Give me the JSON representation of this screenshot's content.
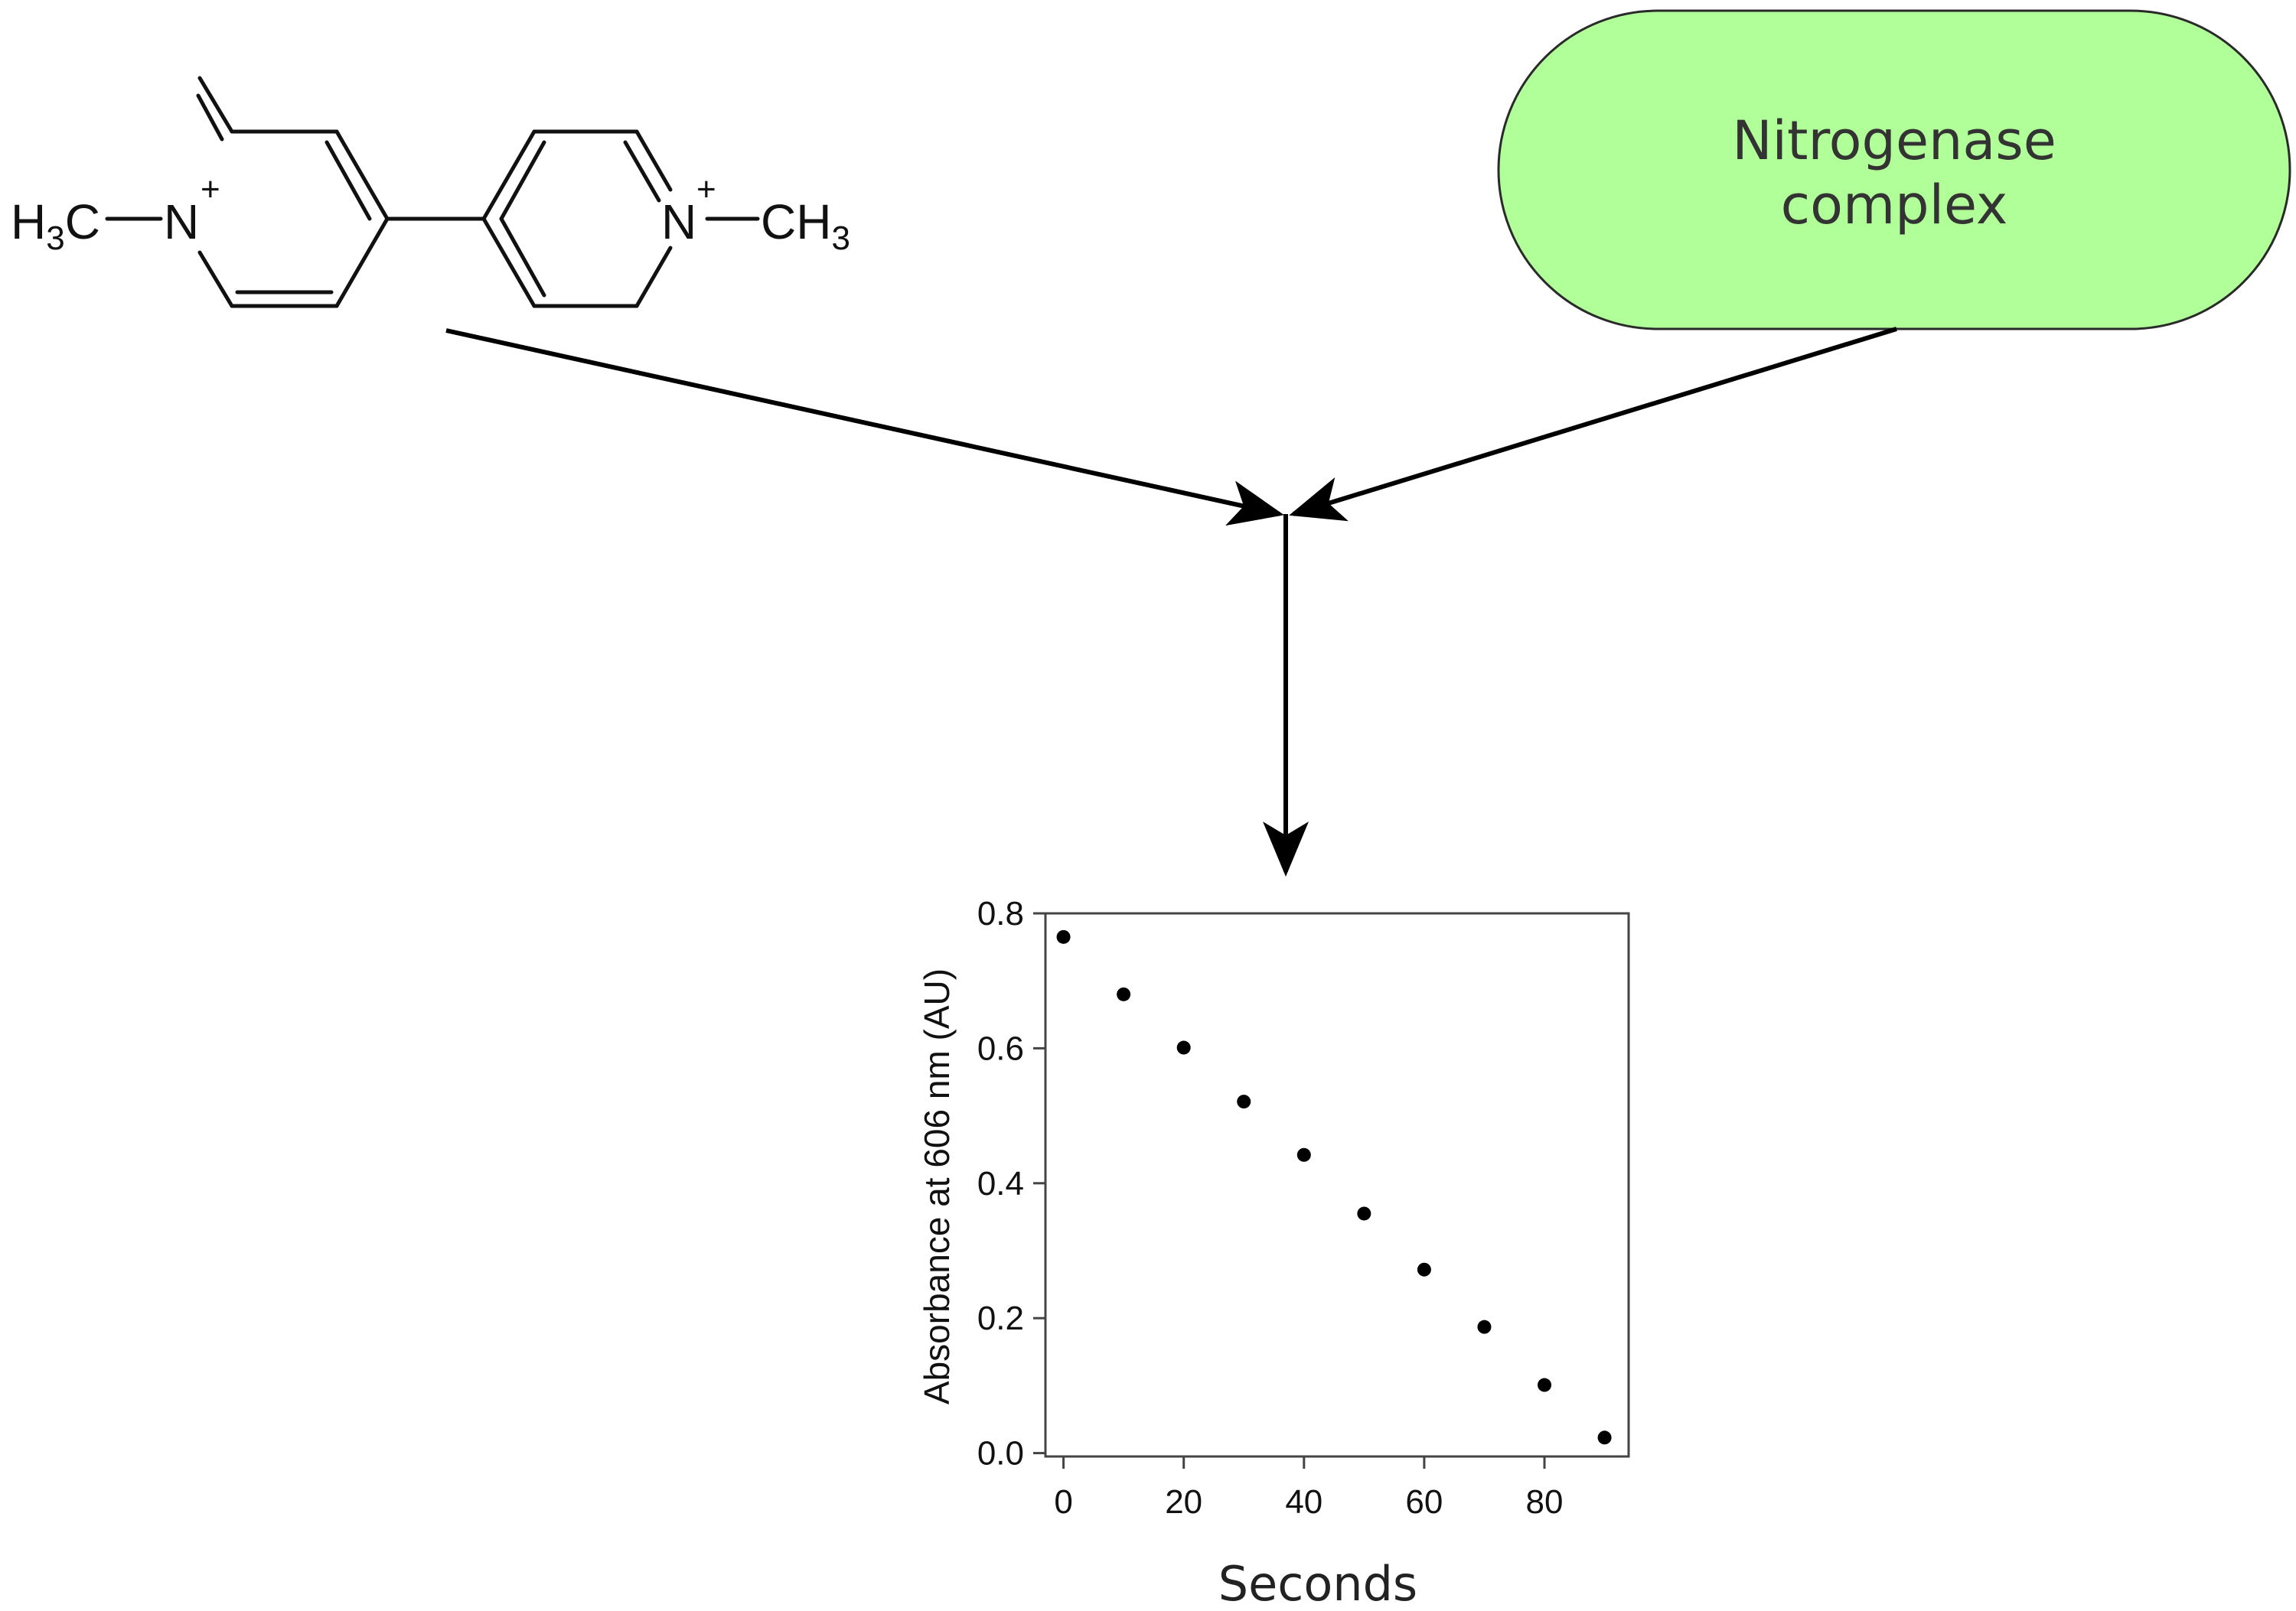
{
  "molecule": {
    "left_group": {
      "main": "H",
      "sub": "3",
      "tail": "C"
    },
    "nitrogen": "N",
    "charge": "+",
    "right_group": {
      "main": "CH",
      "sub": "3"
    }
  },
  "pill": {
    "line1": "Nitrogenase",
    "line2": "complex",
    "fill": "#b0ff98",
    "stroke": "#2a2a2a"
  },
  "chart_data": {
    "type": "scatter",
    "x": [
      0,
      10,
      20,
      30,
      40,
      50,
      60,
      70,
      80,
      90
    ],
    "y": [
      0.765,
      0.68,
      0.601,
      0.521,
      0.442,
      0.355,
      0.272,
      0.187,
      0.101,
      0.023
    ],
    "xlabel": "Seconds",
    "ylabel": "Absorbance at 606 nm (AU)",
    "xlim": [
      -3,
      94
    ],
    "ylim": [
      -0.005,
      0.8
    ],
    "xticks": [
      0,
      20,
      40,
      60,
      80
    ],
    "yticks": [
      0.0,
      0.2,
      0.4,
      0.6,
      0.8
    ],
    "xtick_labels": [
      "0",
      "20",
      "40",
      "60",
      "80"
    ],
    "ytick_labels": [
      "0.0",
      "0.2",
      "0.4",
      "0.6",
      "0.8"
    ],
    "grid": false,
    "marker_color": "#000000"
  }
}
